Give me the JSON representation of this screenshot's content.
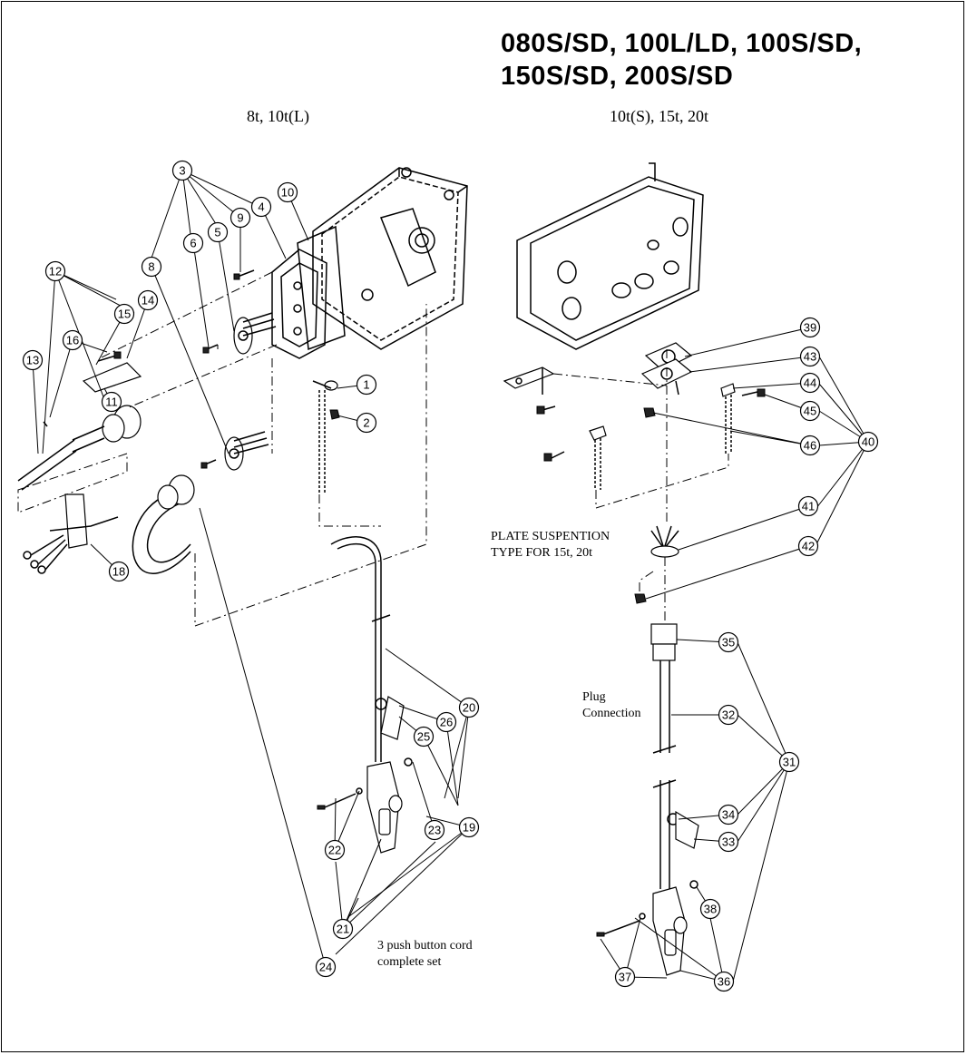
{
  "title_lines": [
    "080S/SD, 100L/LD, 100S/SD,",
    "150S/SD, 200S/SD"
  ],
  "subtitle_left": "8t, 10t(L)",
  "subtitle_right": "10t(S), 15t, 20t",
  "notes": {
    "plate_suspension": "PLATE SUSPENTION\nTYPE FOR 15t, 20t",
    "plug_connection": "Plug\nConnection",
    "push_button_set": "3 push button cord\ncomplete set"
  },
  "callouts": [
    "1",
    "2",
    "3",
    "4",
    "5",
    "6",
    "8",
    "9",
    "10",
    "11",
    "12",
    "13",
    "14",
    "15",
    "16",
    "18",
    "19",
    "20",
    "21",
    "22",
    "23",
    "24",
    "25",
    "26",
    "31",
    "32",
    "33",
    "34",
    "35",
    "36",
    "37",
    "38",
    "39",
    "40",
    "41",
    "42",
    "43",
    "44",
    "45",
    "46"
  ]
}
